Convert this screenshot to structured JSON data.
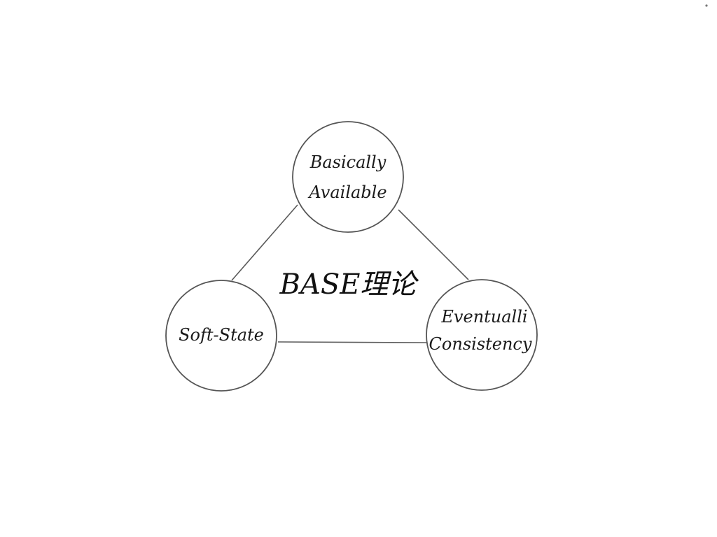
{
  "diagram": {
    "title": "BASE理论",
    "nodes": [
      {
        "id": "basically-available",
        "lines": [
          "Basically",
          "Available"
        ]
      },
      {
        "id": "soft-state",
        "lines": [
          "Soft-State"
        ]
      },
      {
        "id": "eventually-consistency",
        "lines": [
          "Eventualli",
          "Consistency"
        ]
      }
    ],
    "edges": [
      {
        "from": "basically-available",
        "to": "soft-state"
      },
      {
        "from": "basically-available",
        "to": "eventually-consistency"
      },
      {
        "from": "soft-state",
        "to": "eventually-consistency"
      }
    ],
    "colors": {
      "stroke": "#555555",
      "text": "#1a1a1a",
      "background": "#ffffff"
    }
  }
}
